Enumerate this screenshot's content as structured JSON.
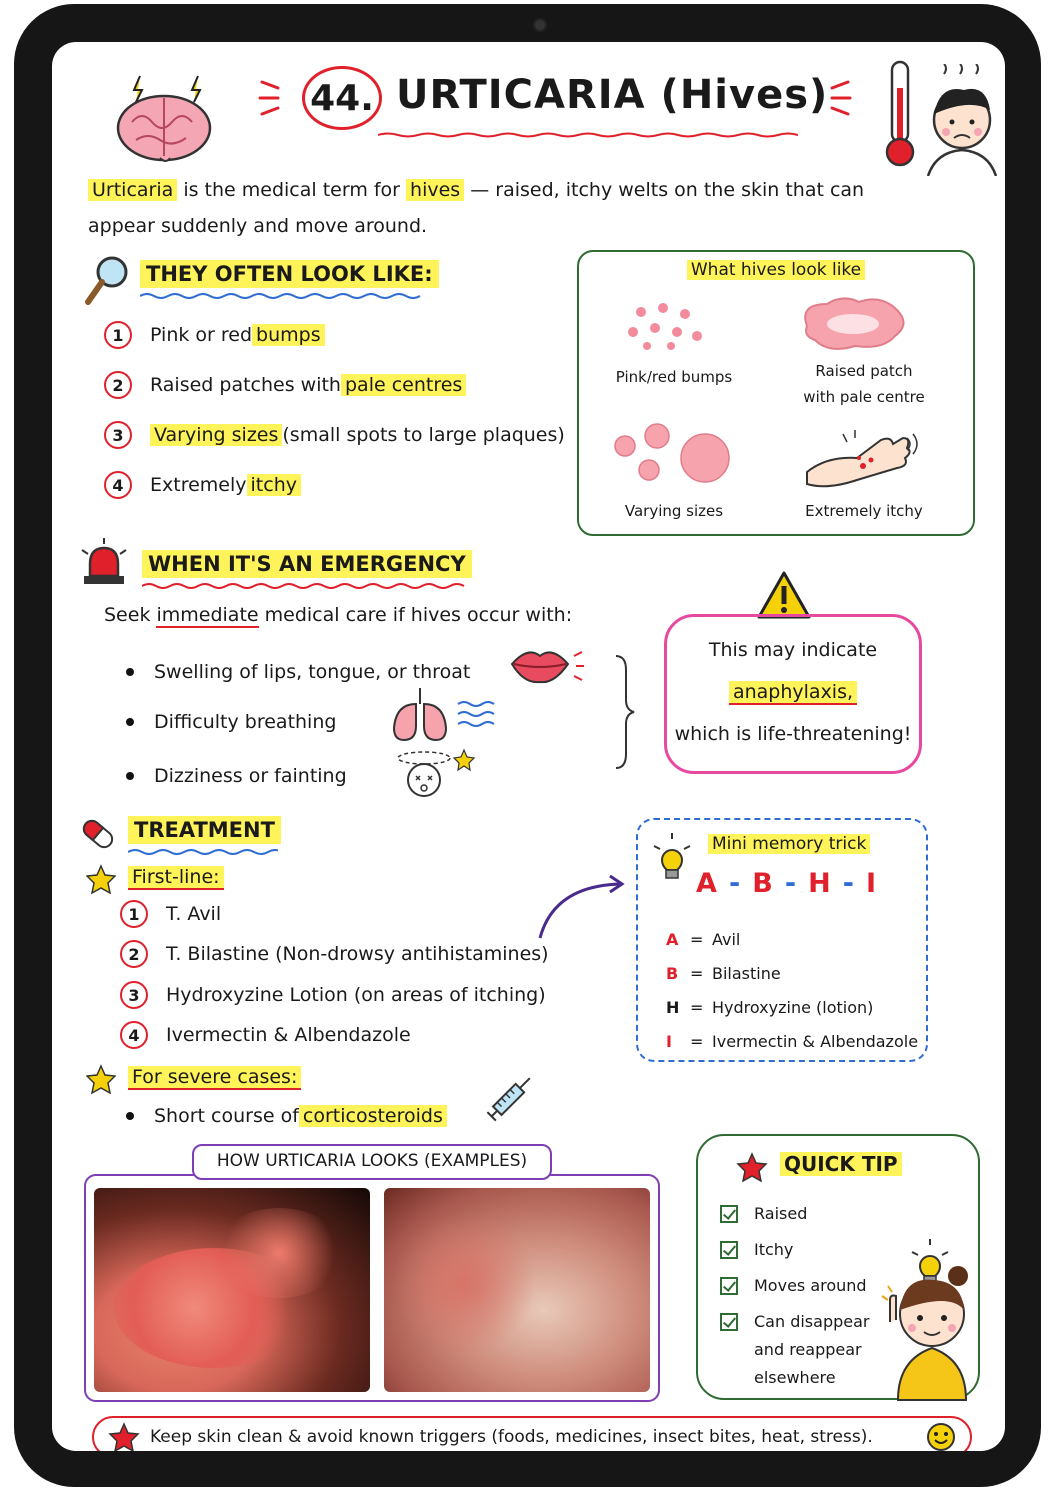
{
  "title": {
    "number": "44.",
    "text": "URTICARIA (Hives)"
  },
  "intro": {
    "term": "Urticaria",
    "part1": " is the medical term for ",
    "hives": "hives",
    "part2": " — raised, itchy welts on the skin that can appear suddenly and move around."
  },
  "look": {
    "heading": "THEY OFTEN LOOK LIKE:",
    "items": [
      {
        "num": "1",
        "pre": "Pink or red ",
        "hl": "bumps",
        "post": ""
      },
      {
        "num": "2",
        "pre": "Raised patches with ",
        "hl": "pale centres",
        "post": ""
      },
      {
        "num": "3",
        "pre": "",
        "hl": "Varying sizes",
        "post": " (small spots to large plaques)"
      },
      {
        "num": "4",
        "pre": "Extremely ",
        "hl": "itchy",
        "post": ""
      }
    ],
    "box_title": "What hives look like",
    "captions": [
      "Pink/red bumps",
      "Raised patch",
      "with pale centre",
      "Varying sizes",
      "Extremely itchy"
    ]
  },
  "emergency": {
    "heading": "WHEN IT'S AN EMERGENCY",
    "lead_pre": "Seek ",
    "lead_hl": "immediate",
    "lead_post": " medical care if hives occur with:",
    "items": [
      "Swelling of lips, tongue, or throat",
      "Difficulty breathing",
      "Dizziness or fainting"
    ],
    "warning_line1": "This may indicate",
    "warning_hl": "anaphylaxis,",
    "warning_line3": "which is life-threatening!"
  },
  "treatment": {
    "heading": "TREATMENT",
    "first_line": "First-line:",
    "items": [
      {
        "num": "1",
        "text": "T. Avil"
      },
      {
        "num": "2",
        "text": "T. Bilastine (Non-drowsy antihistamines)"
      },
      {
        "num": "3",
        "text": "Hydroxyzine Lotion (on areas of itching)"
      },
      {
        "num": "4",
        "text": "Ivermectin & Albendazole"
      }
    ],
    "severe": "For severe cases:",
    "severe_pre": "Short course of ",
    "severe_hl": "corticosteroids"
  },
  "memory": {
    "title": "Mini memory trick",
    "acronym": [
      "A",
      "B",
      "H",
      "I"
    ],
    "rows": [
      {
        "letter": "A",
        "text": "Avil",
        "color": "#e0202a"
      },
      {
        "letter": "B",
        "text": "Bilastine",
        "color": "#e0202a"
      },
      {
        "letter": "H",
        "text": "Hydroxyzine (lotion)",
        "color": "#1a1a1a"
      },
      {
        "letter": "I",
        "text": "Ivermectin & Albendazole",
        "color": "#e0202a"
      }
    ]
  },
  "photos": {
    "label": "HOW URTICARIA LOOKS (EXAMPLES)"
  },
  "tip": {
    "title": "QUICK TIP",
    "items": [
      "Raised",
      "Itchy",
      "Moves around",
      "Can disappear and reappear elsewhere"
    ]
  },
  "footer": {
    "text": "Keep skin clean & avoid known triggers (foods, medicines, insect bites, heat, stress)."
  },
  "icons": [
    "brain-icon",
    "thermometer-icon",
    "sick-child-icon",
    "magnifier-icon",
    "siren-icon",
    "lips-icon",
    "lungs-icon",
    "dizzy-face-icon",
    "pill-icon",
    "star-icon",
    "syringe-icon",
    "lightbulb-icon",
    "smiley-icon",
    "girl-icon"
  ],
  "colors": {
    "accent_red": "#e0202a",
    "highlight": "#fff35a",
    "green": "#2f6b33",
    "blue": "#2f6dd1",
    "pink": "#e64aa0",
    "purple": "#7e3fb5"
  }
}
